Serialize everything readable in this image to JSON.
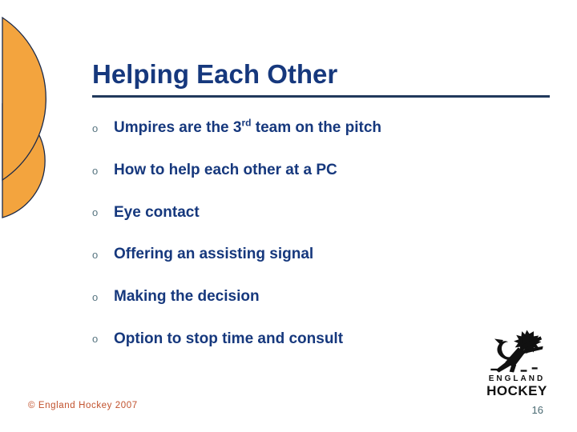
{
  "slide": {
    "title": "Helping Each Other",
    "bullets": {
      "glyph": "o",
      "items": [
        {
          "prefix": "Umpires are the 3",
          "sup": "rd",
          "suffix": " team on the pitch"
        },
        {
          "prefix": "How to help each other at a PC",
          "sup": "",
          "suffix": ""
        },
        {
          "prefix": "Eye contact",
          "sup": "",
          "suffix": ""
        },
        {
          "prefix": "Offering an assisting signal",
          "sup": "",
          "suffix": ""
        },
        {
          "prefix": "Making the decision",
          "sup": "",
          "suffix": ""
        },
        {
          "prefix": "Option to stop time and consult",
          "sup": "",
          "suffix": ""
        }
      ]
    },
    "logo": {
      "line1": "ENGLAND",
      "line2": "HOCKEY"
    },
    "footer": {
      "copyright": "© England Hockey 2007",
      "page_number": "16"
    },
    "colors": {
      "title_blue": "#16387d",
      "body_blue": "#16387d",
      "rule_navy": "#21395c",
      "bullet_gray": "#577581",
      "accent_orange": "#f3a43e",
      "shape_outline": "#1b2a4a",
      "footer_rust": "#c1512c",
      "page_number_gray": "#4a6a72",
      "logo_black": "#111111"
    }
  }
}
